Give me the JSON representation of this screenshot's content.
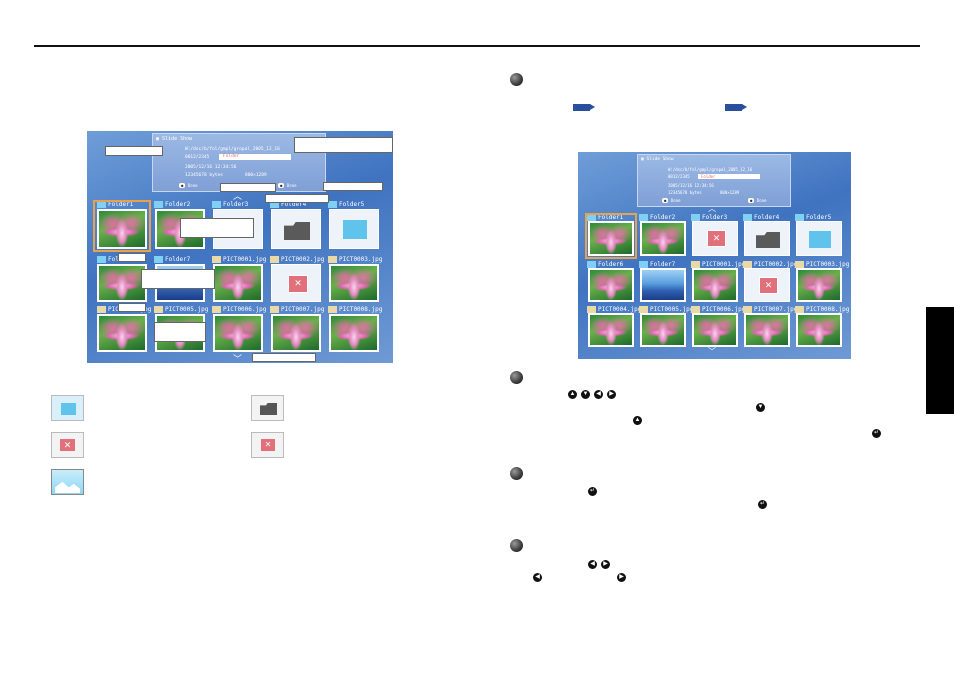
{
  "screen1": {
    "title": "Slide Show",
    "path": "W:/dsc/b/fol/gmpl/gropal_2005_12_16",
    "folder_tag": "Folder",
    "datetime": "2005/12/16 12:34:56",
    "size_info": "12345678 bytes",
    "resolution": "800×1289",
    "cursor_count": "0012/2345",
    "footer_left": "Done",
    "footer_mid": "Done",
    "row1": [
      "Folder1",
      "Folder2",
      "Folder3",
      "Folder4",
      "Folder5"
    ],
    "row2": [
      "Folder6",
      "Folder7",
      "PICT0001.jpg",
      "PICT0002.jpg",
      "PICT0003.jpg"
    ],
    "row3": [
      "PICT0004.jpg",
      "PICT0005.jpg",
      "PICT0006.jpg",
      "PICT0007.jpg",
      "PICT0008.jpg"
    ]
  },
  "screen2": {
    "title": "Slide Show",
    "path": "W:/dsc/b/fol/gmpl/gropal_2005_12_16",
    "folder_tag": "Folder",
    "datetime": "2005/12/16 12:34:56",
    "size_info": "12345678 bytes",
    "resolution": "800×1289",
    "cursor_count": "0012/2345",
    "footer_left": "Done",
    "footer_mid": "Done",
    "row1": [
      "Folder1",
      "Folder2",
      "Folder3",
      "Folder4",
      "Folder5"
    ],
    "row2": [
      "Folder6",
      "Folder7",
      "PICT0001.jpg",
      "PICT0002.jpg",
      "PICT0003.jpg"
    ],
    "row3": [
      "PICT0004.jpg",
      "PICT0005.jpg",
      "PICT0006.jpg",
      "PICT0007.jpg",
      "PICT0008.jpg"
    ]
  },
  "colors": {
    "screen_blue": "#4a7ec6",
    "folder_cyan": "#5fc3ec",
    "error_red": "#e0707a",
    "selection_orange": "#e8a24a",
    "pointer_blue": "#2a4f9e"
  },
  "icons": [
    "folder-icon",
    "open-folder-icon",
    "folder-error-icon",
    "file-error-icon",
    "image-file-icon",
    "up-arrow-icon",
    "down-arrow-icon",
    "left-arrow-icon",
    "right-arrow-icon",
    "enter-icon"
  ]
}
